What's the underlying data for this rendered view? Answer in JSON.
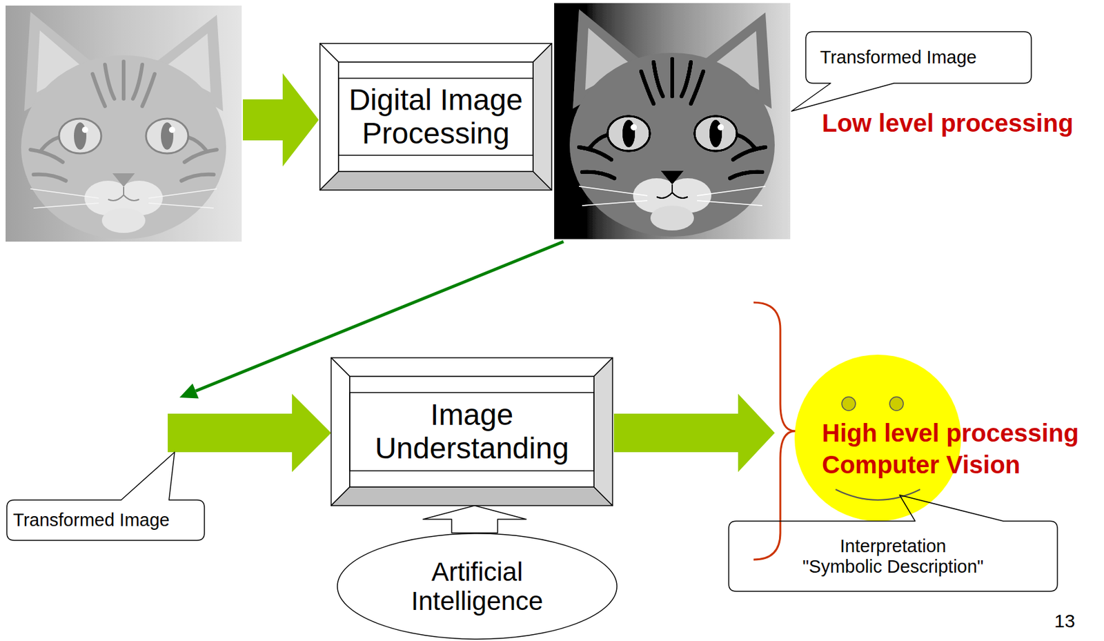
{
  "diagram": {
    "nodes": [
      {
        "text": [
          "Digital Image Processing"
        ]
      },
      {
        "text": [
          "Transformed Image"
        ]
      },
      {
        "text": [
          "Transformed Image"
        ]
      },
      {
        "text": [
          "Image Understanding"
        ]
      },
      {
        "text": [
          "Interpretation \"Symbolic Description\""
        ]
      },
      {
        "text": [
          "Artificial Intelligence"
        ]
      }
    ],
    "edges": [
      {
        "from": 5,
        "to": 3,
        "arrow": "to"
      }
    ],
    "labels": [
      "Low level processing",
      "High level processing",
      "Computer Vision",
      "13"
    ]
  }
}
